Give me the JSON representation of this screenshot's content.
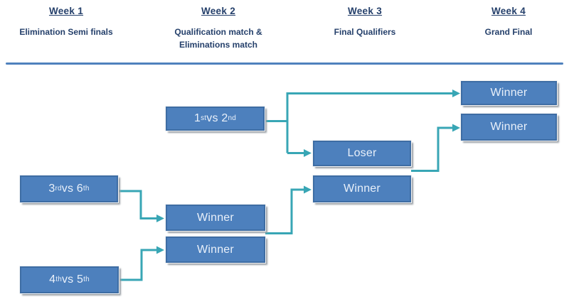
{
  "columns": [
    {
      "week": "Week 1",
      "lines": [
        "Elimination Semi finals"
      ]
    },
    {
      "week": "Week 2",
      "lines": [
        "Qualification match &",
        "Eliminations match"
      ]
    },
    {
      "week": "Week 3",
      "lines": [
        "Final Qualifiers"
      ]
    },
    {
      "week": "Week 4",
      "lines": [
        "Grand Final"
      ]
    }
  ],
  "bracket": {
    "week2_match": {
      "parts": [
        {
          "t": "1"
        },
        {
          "t": "st",
          "sup": true
        },
        {
          "t": " vs 2"
        },
        {
          "t": "nd",
          "sup": true
        }
      ]
    },
    "week1_match_top": {
      "parts": [
        {
          "t": "3"
        },
        {
          "t": "rd",
          "sup": true
        },
        {
          "t": " vs 6"
        },
        {
          "t": "th",
          "sup": true
        }
      ]
    },
    "week1_match_bottom": {
      "parts": [
        {
          "t": "4"
        },
        {
          "t": "th",
          "sup": true
        },
        {
          "t": " vs 5"
        },
        {
          "t": "th",
          "sup": true
        }
      ]
    },
    "week2_winner_top": "Winner",
    "week2_winner_bottom": "Winner",
    "week3_loser": "Loser",
    "week3_winner": "Winner",
    "week4_winner_top": "Winner",
    "week4_winner_bottom": "Winner"
  },
  "colors": {
    "line": "#38a6b5",
    "box-fill": "#4d80bd",
    "box-border": "#3e6da4",
    "box-text": "#e9f0fa",
    "header-text": "#25406b",
    "divider": "#4f81bd"
  }
}
